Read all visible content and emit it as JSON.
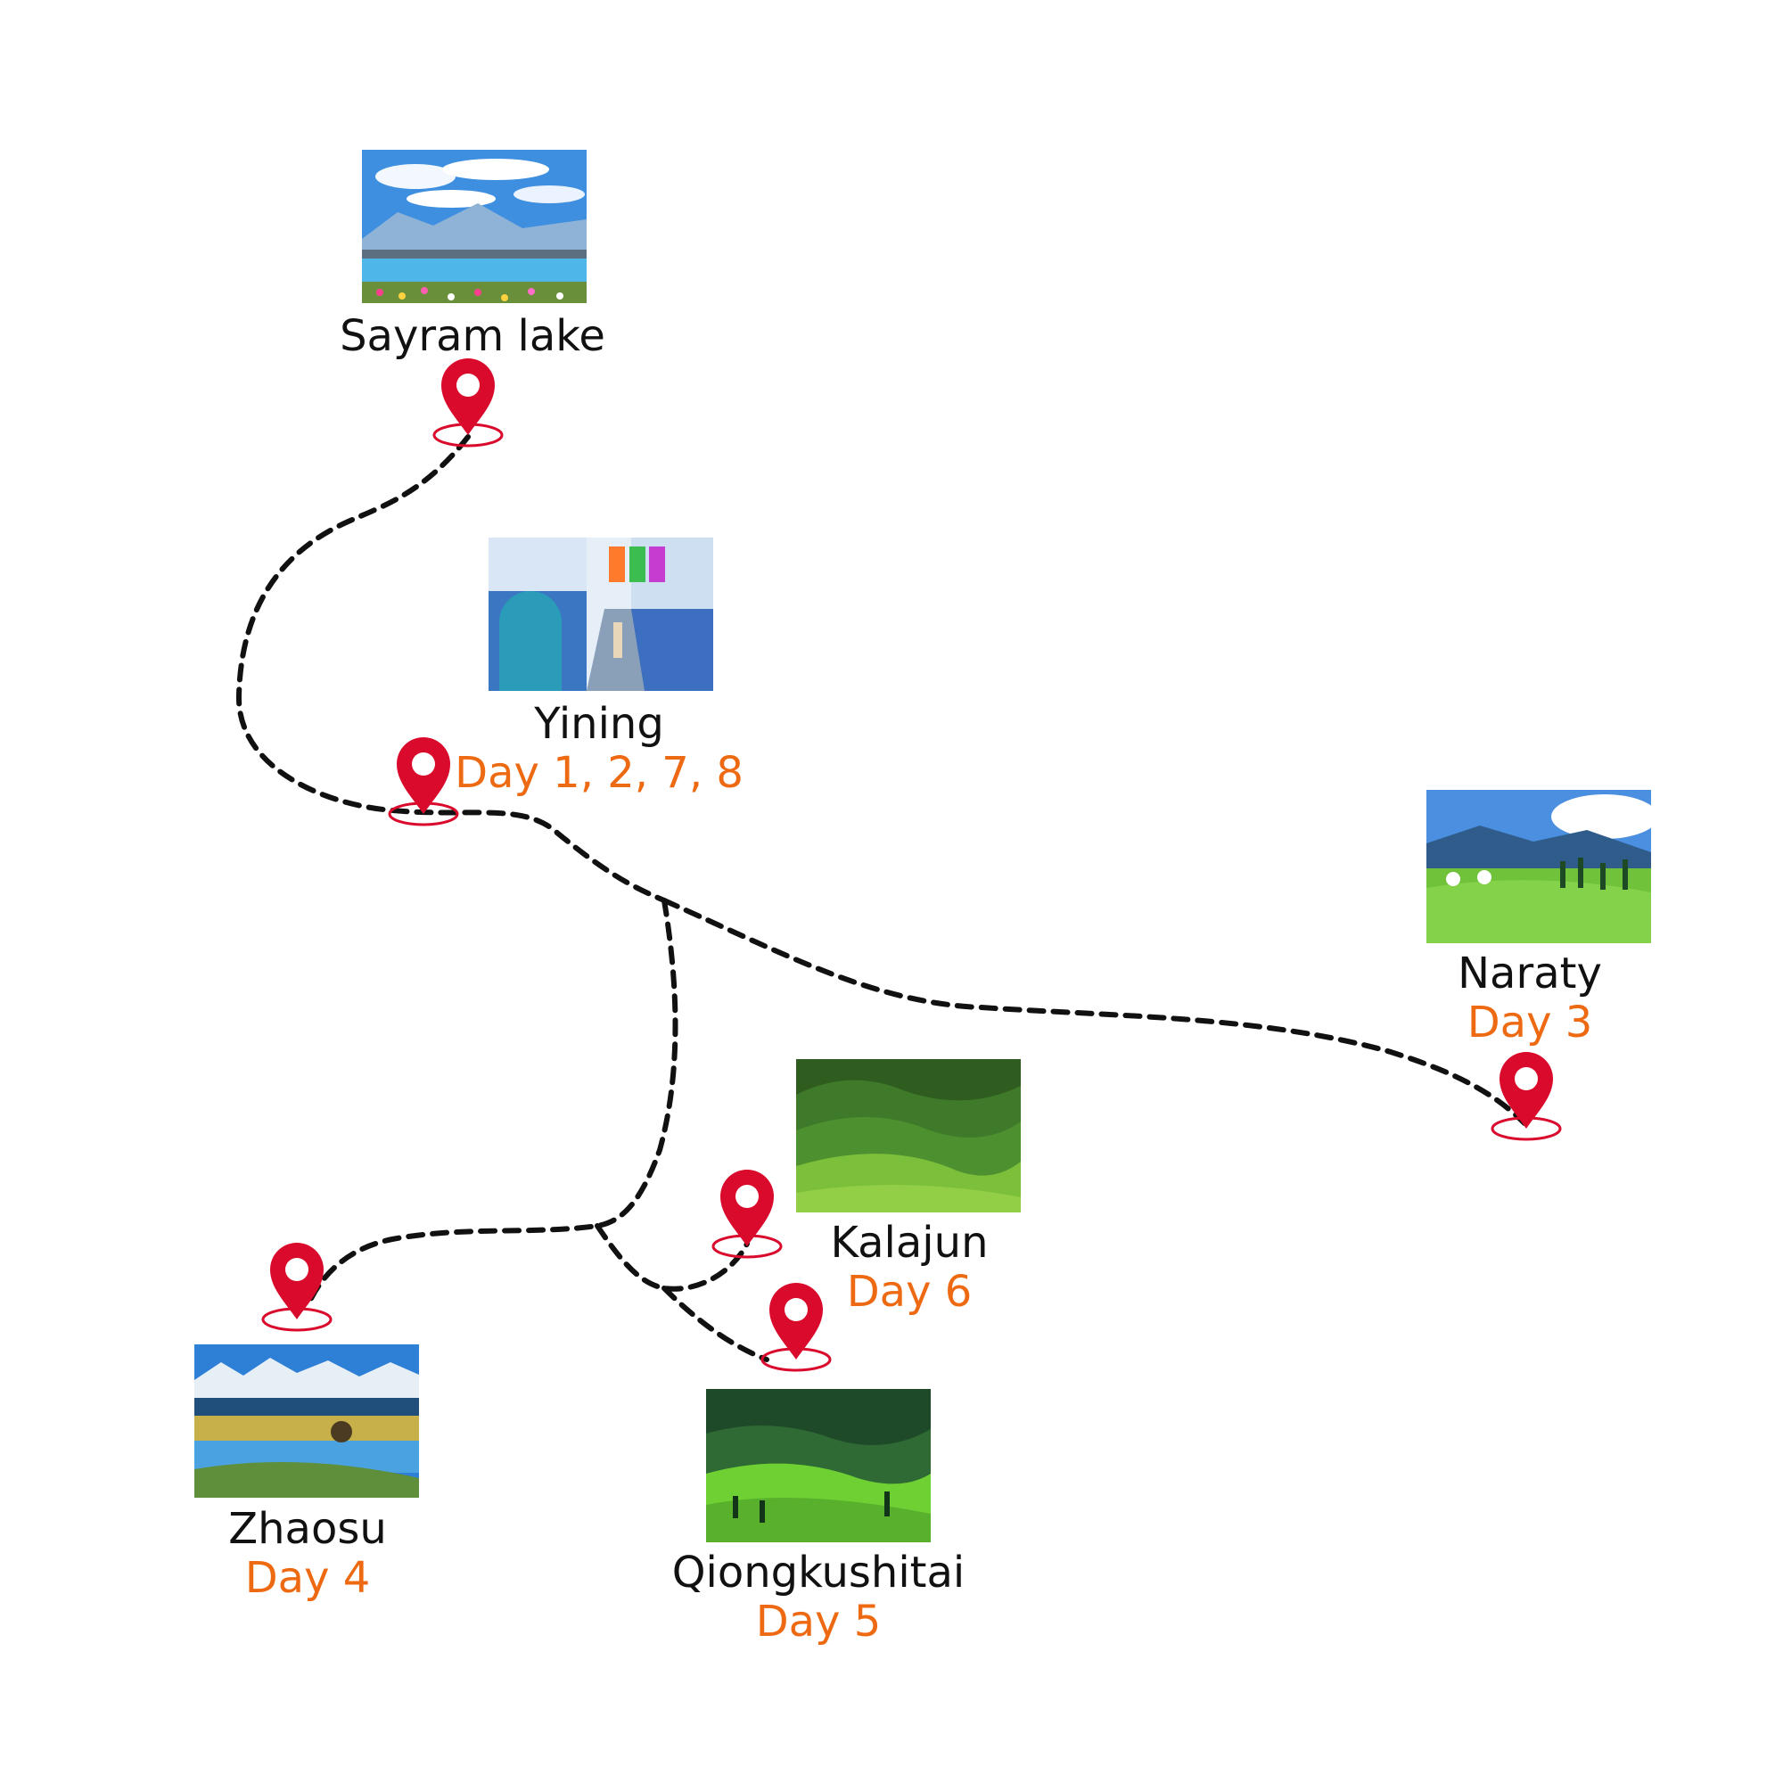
{
  "colors": {
    "route": "#111111",
    "pin": "#d90a2c",
    "day_text": "#ee6a12",
    "name_text": "#111111"
  },
  "icons": {
    "pin": "map-pin-icon",
    "route": "dashed-route-line"
  },
  "places": {
    "sayram": {
      "name": "Sayram lake",
      "days": ""
    },
    "yining": {
      "name": "Yining",
      "days": "Day 1, 2, 7, 8"
    },
    "naraty": {
      "name": "Naraty",
      "days": "Day 3"
    },
    "kalajun": {
      "name": "Kalajun",
      "days": "Day 6"
    },
    "zhaosu": {
      "name": "Zhaosu",
      "days": "Day 4"
    },
    "qiongkushitai": {
      "name": "Qiongkushitai",
      "days": "Day 5"
    }
  }
}
